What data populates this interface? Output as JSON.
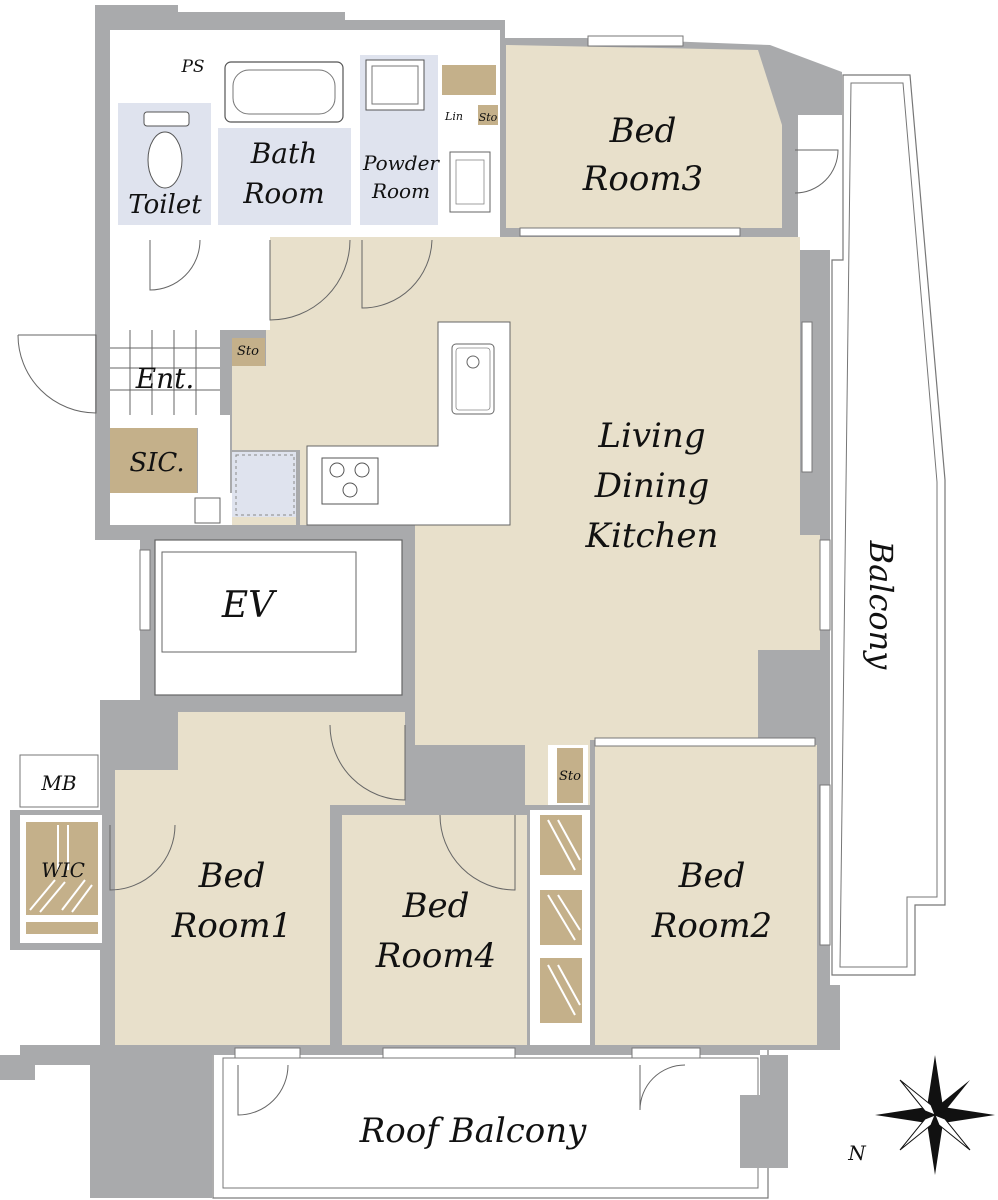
{
  "plan": {
    "rooms": {
      "toilet": "Toilet",
      "bath": [
        "Bath",
        "Room"
      ],
      "powder": [
        "Powder",
        "Room"
      ],
      "lin": "Lin",
      "sto_top": "Sto",
      "bedroom3": [
        "Bed",
        "Room3"
      ],
      "sto_ent": "Sto",
      "entrance": "Ent.",
      "sic": "SIC.",
      "ldk": [
        "Living",
        "Dining",
        "Kitchen"
      ],
      "ev": "EV",
      "balcony": "Balcony",
      "mb": "MB",
      "wic": "WIC",
      "bedroom1": [
        "Bed",
        "Room1"
      ],
      "bedroom4": [
        "Bed",
        "Room4"
      ],
      "sto_br2": "Sto",
      "bedroom2": [
        "Bed",
        "Room2"
      ],
      "roof_balcony": "Roof Balcony",
      "ps": "PS"
    },
    "compass_label": "N"
  }
}
